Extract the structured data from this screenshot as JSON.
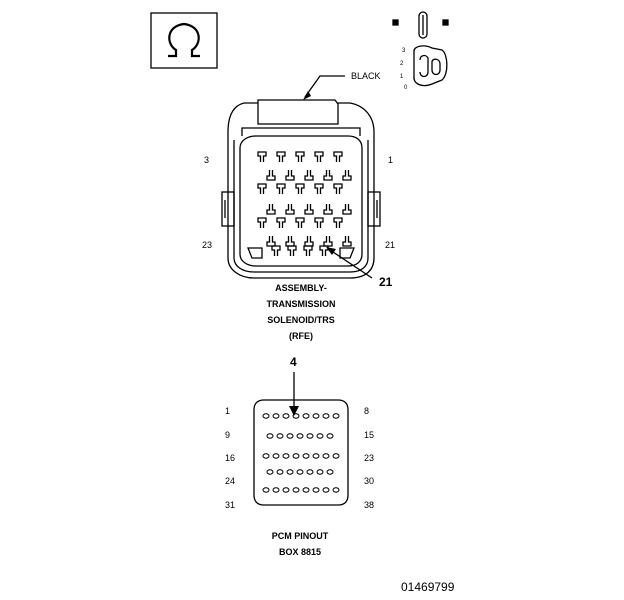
{
  "connector": {
    "color_label": "BLACK",
    "pin_left_top": "3",
    "pin_right_top": "1",
    "pin_left_bottom": "23",
    "pin_right_bottom": "21",
    "callout_pin": "21",
    "title_lines": [
      "ASSEMBLY-",
      "TRANSMISSION",
      "SOLENOID/TRS",
      "(RFE)"
    ]
  },
  "key_inset": {
    "numbers": [
      "3",
      "2",
      "1",
      "0"
    ]
  },
  "pcm": {
    "callout_pin": "4",
    "left_numbers": [
      "1",
      "9",
      "16",
      "24",
      "31"
    ],
    "right_numbers": [
      "8",
      "15",
      "23",
      "30",
      "38"
    ],
    "title_lines": [
      "PCM PINOUT",
      "BOX 8815"
    ]
  },
  "figure_id": "01469799",
  "colors": {
    "line": "#000000",
    "background": "#ffffff"
  }
}
